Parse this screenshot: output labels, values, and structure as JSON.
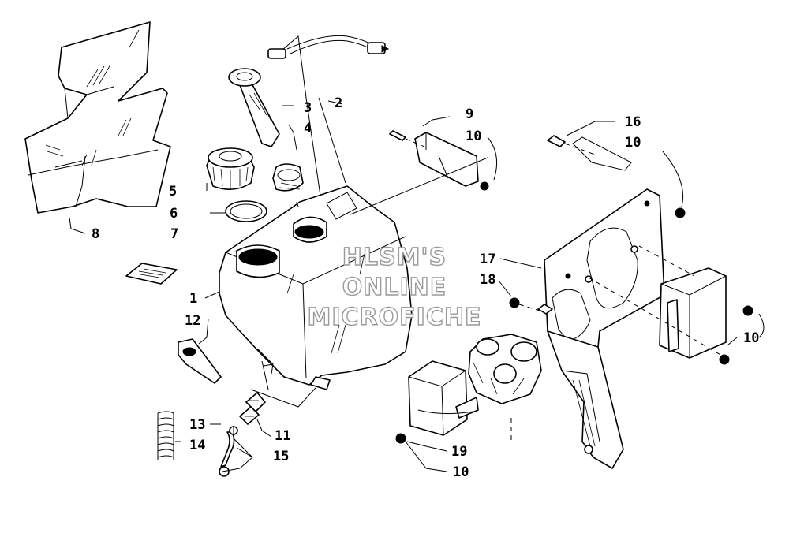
{
  "watermark": {
    "line1": "HLSM'S",
    "line2": "ONLINE",
    "line3": "MICROFICHE"
  },
  "callouts": {
    "c1": "1",
    "c2": "2",
    "c3": "3",
    "c4": "4",
    "c5": "5",
    "c6": "6",
    "c7": "7",
    "c8": "8",
    "c9": "9",
    "c10a": "10",
    "c10b": "10",
    "c10c": "10",
    "c10d": "10",
    "c11": "11",
    "c12": "12",
    "c13": "13",
    "c14": "14",
    "c15": "15",
    "c16": "16",
    "c17": "17",
    "c18": "18",
    "c19": "19"
  }
}
